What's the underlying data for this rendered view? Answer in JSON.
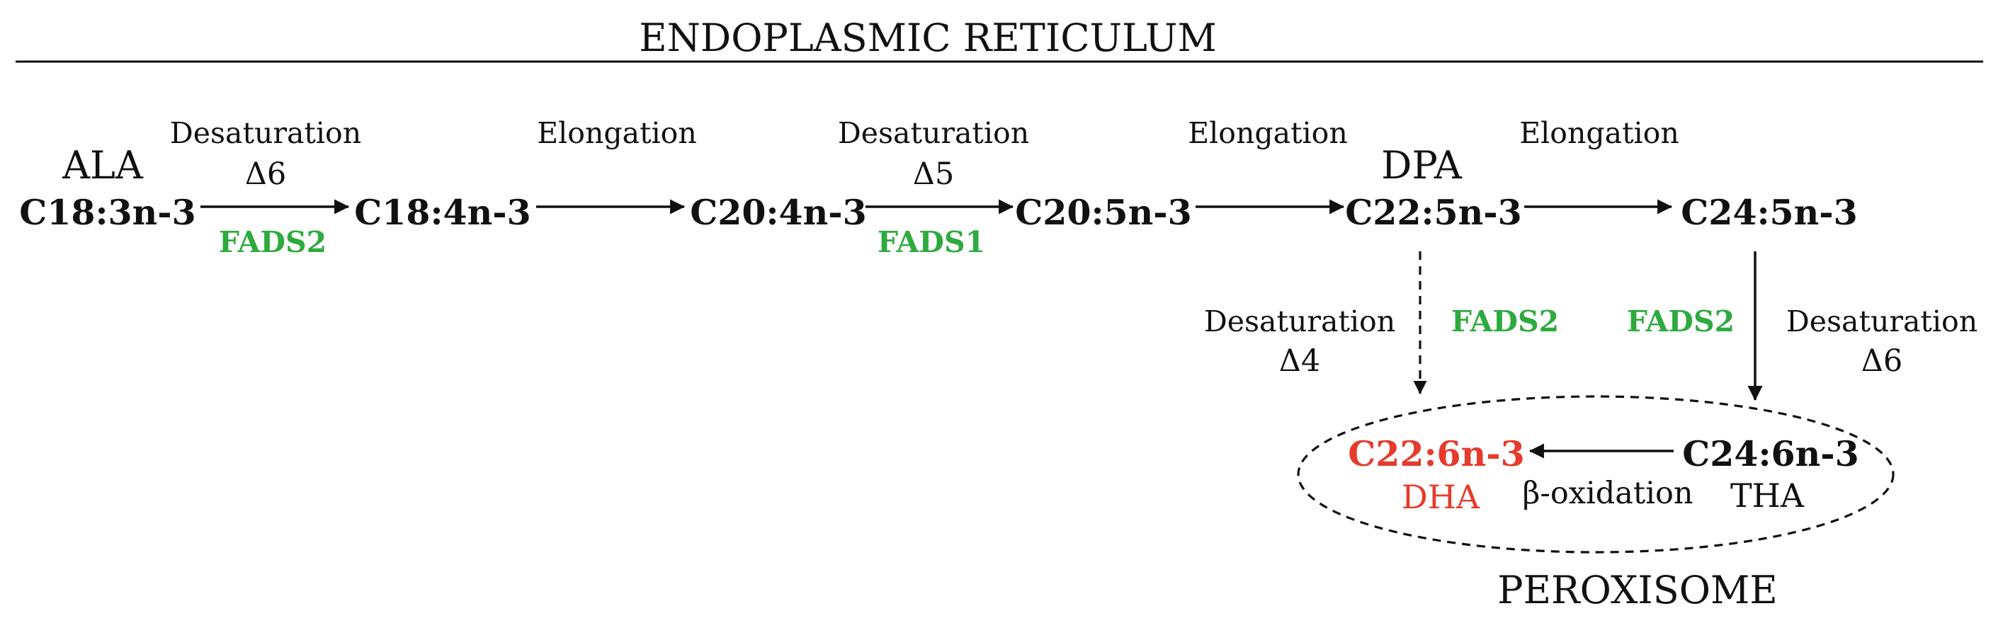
{
  "title": "ENDOPLASMIC RETICULUM",
  "compartment_bottom": "PEROXISOME",
  "colors": {
    "enzyme": "#2eaa3f",
    "product": "#e53b2c",
    "text": "#111111"
  },
  "compounds": {
    "c18_3": "C18:3n-3",
    "c18_4": "C18:4n-3",
    "c20_4": "C20:4n-3",
    "c20_5": "C20:5n-3",
    "c22_5": "C22:5n-3",
    "c24_5": "C24:5n-3",
    "c24_6": "C24:6n-3",
    "c22_6": "C22:6n-3"
  },
  "abbreviations": {
    "ala": "ALA",
    "dpa": "DPA",
    "dha": "DHA",
    "tha": "THA"
  },
  "steps": {
    "step1": {
      "process": "Desaturation",
      "delta": "Δ6",
      "enzyme": "FADS2"
    },
    "step2": {
      "process": "Elongation"
    },
    "step3": {
      "process": "Desaturation",
      "delta": "Δ5",
      "enzyme": "FADS1"
    },
    "step4": {
      "process": "Elongation"
    },
    "step5": {
      "process": "Elongation"
    },
    "step6": {
      "process": "Desaturation",
      "delta": "Δ4",
      "enzyme": "FADS2"
    },
    "step7": {
      "process": "Desaturation",
      "delta": "Δ6",
      "enzyme": "FADS2"
    },
    "step8": {
      "process": "β-oxidation"
    }
  }
}
